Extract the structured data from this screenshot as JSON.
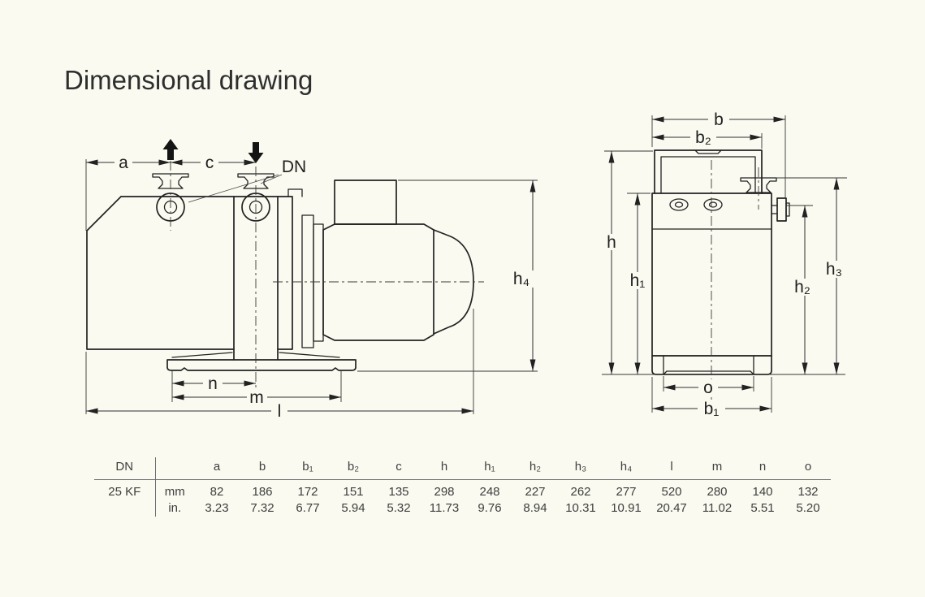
{
  "title": "Dimensional drawing",
  "colors": {
    "paper": "#fafaf0",
    "line": "#222222",
    "text": "#3e3e3e"
  },
  "side_view": {
    "labels": {
      "a": "a",
      "c": "c",
      "dn": "DN",
      "h4": "h₄",
      "n": "n",
      "m": "m",
      "l": "l"
    }
  },
  "front_view": {
    "labels": {
      "b": "b",
      "b2": "b₂",
      "h": "h",
      "h1": "h₁",
      "h2": "h₂",
      "h3": "h₃",
      "o": "o",
      "b1": "b₁"
    }
  },
  "table": {
    "corner_header": "DN",
    "row_header": "25 KF",
    "columns": [
      "a",
      "b",
      "b₁",
      "b₂",
      "c",
      "h",
      "h₁",
      "h₂",
      "h₃",
      "h₄",
      "l",
      "m",
      "n",
      "o"
    ],
    "rows": [
      {
        "unit": "mm",
        "values": [
          "82",
          "186",
          "172",
          "151",
          "135",
          "298",
          "248",
          "227",
          "262",
          "277",
          "520",
          "280",
          "140",
          "132"
        ]
      },
      {
        "unit": "in.",
        "values": [
          "3.23",
          "7.32",
          "6.77",
          "5.94",
          "5.32",
          "11.73",
          "9.76",
          "8.94",
          "10.31",
          "10.91",
          "20.47",
          "11.02",
          "5.51",
          "5.20"
        ]
      }
    ]
  }
}
